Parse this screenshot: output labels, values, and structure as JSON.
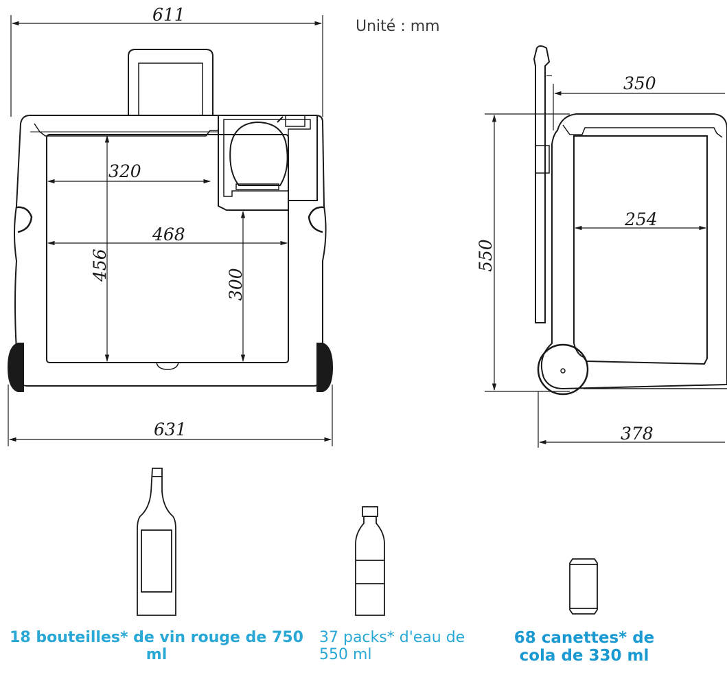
{
  "unit_label": "Unité : mm",
  "front_view": {
    "dimensions": {
      "top_width": "611",
      "inner_width_upper": "320",
      "inner_width": "468",
      "inner_height": "456",
      "compartment_height": "300",
      "bottom_width": "631"
    }
  },
  "side_view": {
    "dimensions": {
      "depth_top": "350",
      "inner_depth": "254",
      "height": "550",
      "depth_bottom": "378"
    }
  },
  "capacity": [
    {
      "icon": "wine-bottle-icon",
      "label": "18 bouteilles* de vin rouge de 750 ml"
    },
    {
      "icon": "water-bottle-icon",
      "label": "37 packs* d'eau de 550 ml"
    },
    {
      "icon": "soda-can-icon",
      "label": "68 canettes* de cola de 330 ml"
    }
  ],
  "colors": {
    "line": "#1a1a1a",
    "caption_accent": "#29a8d6"
  }
}
